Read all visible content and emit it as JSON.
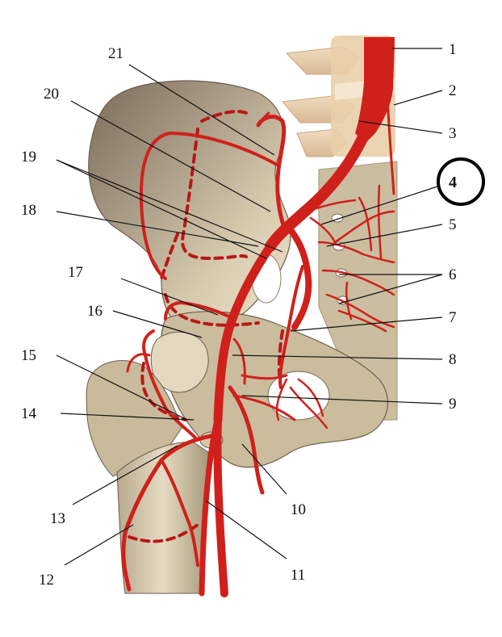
{
  "labels": {
    "l1": "1",
    "l2": "2",
    "l3": "3",
    "l4": "4",
    "l5": "5",
    "l6": "6",
    "l7": "7",
    "l8": "8",
    "l9": "9",
    "l10": "10",
    "l11": "11",
    "l12": "12",
    "l13": "13",
    "l14": "14",
    "l15": "15",
    "l16": "16",
    "l17": "17",
    "l18": "18",
    "l19": "19",
    "l20": "20",
    "l21": "21"
  },
  "highlight": {
    "label": "4",
    "ring_color": "#000000"
  },
  "colors": {
    "artery": "#d0201c",
    "bone": "#ddd2b2",
    "bone_shadow": "#6b5d4e",
    "background": "#ffffff"
  }
}
